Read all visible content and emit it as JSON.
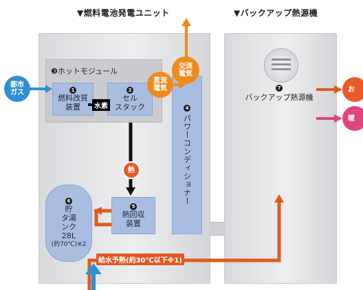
{
  "headers": {
    "fuel_cell_unit": "▼燃料電池発電ユニット",
    "backup_unit": "▼バックアップ熱源機"
  },
  "hot_module": {
    "number": "❸",
    "label": "ホットモジュール"
  },
  "blocks": {
    "reformer": {
      "number": "1",
      "line1": "燃料改質",
      "line2": "装置"
    },
    "cell_stack": {
      "number": "2",
      "line1": "セル",
      "line2": "スタック"
    },
    "power_conditioner": {
      "number": "4",
      "label": "パワーコンディショナー"
    },
    "heat_recovery": {
      "number": "5",
      "line1": "熱回収",
      "line2": "装置"
    },
    "tank": {
      "number": "6",
      "line1": "貯",
      "line2": "タ湯",
      "line3": "ンク",
      "line4": "28L",
      "line5": "(約70℃)※2"
    },
    "backup_heater": {
      "number": "7",
      "label": "バックアップ熱源機"
    }
  },
  "flows": {
    "city_gas": {
      "line1": "都市",
      "line2": "ガス"
    },
    "hydrogen": "水素",
    "ac_power": {
      "line1": "交流",
      "line2": "電気"
    },
    "dc_power": {
      "line1": "直流",
      "line2": "電気"
    },
    "heat": "熱",
    "feed_preheat": "給水予熱(約30℃以下※1)",
    "out_hot_water": "お",
    "out_heating": "暖"
  },
  "colors": {
    "orange": "#f08a1c",
    "blue": "#2f8fd3",
    "magenta": "#e0457f",
    "red_circle": "#e85a2a",
    "block_blue": "#a9bde0"
  }
}
